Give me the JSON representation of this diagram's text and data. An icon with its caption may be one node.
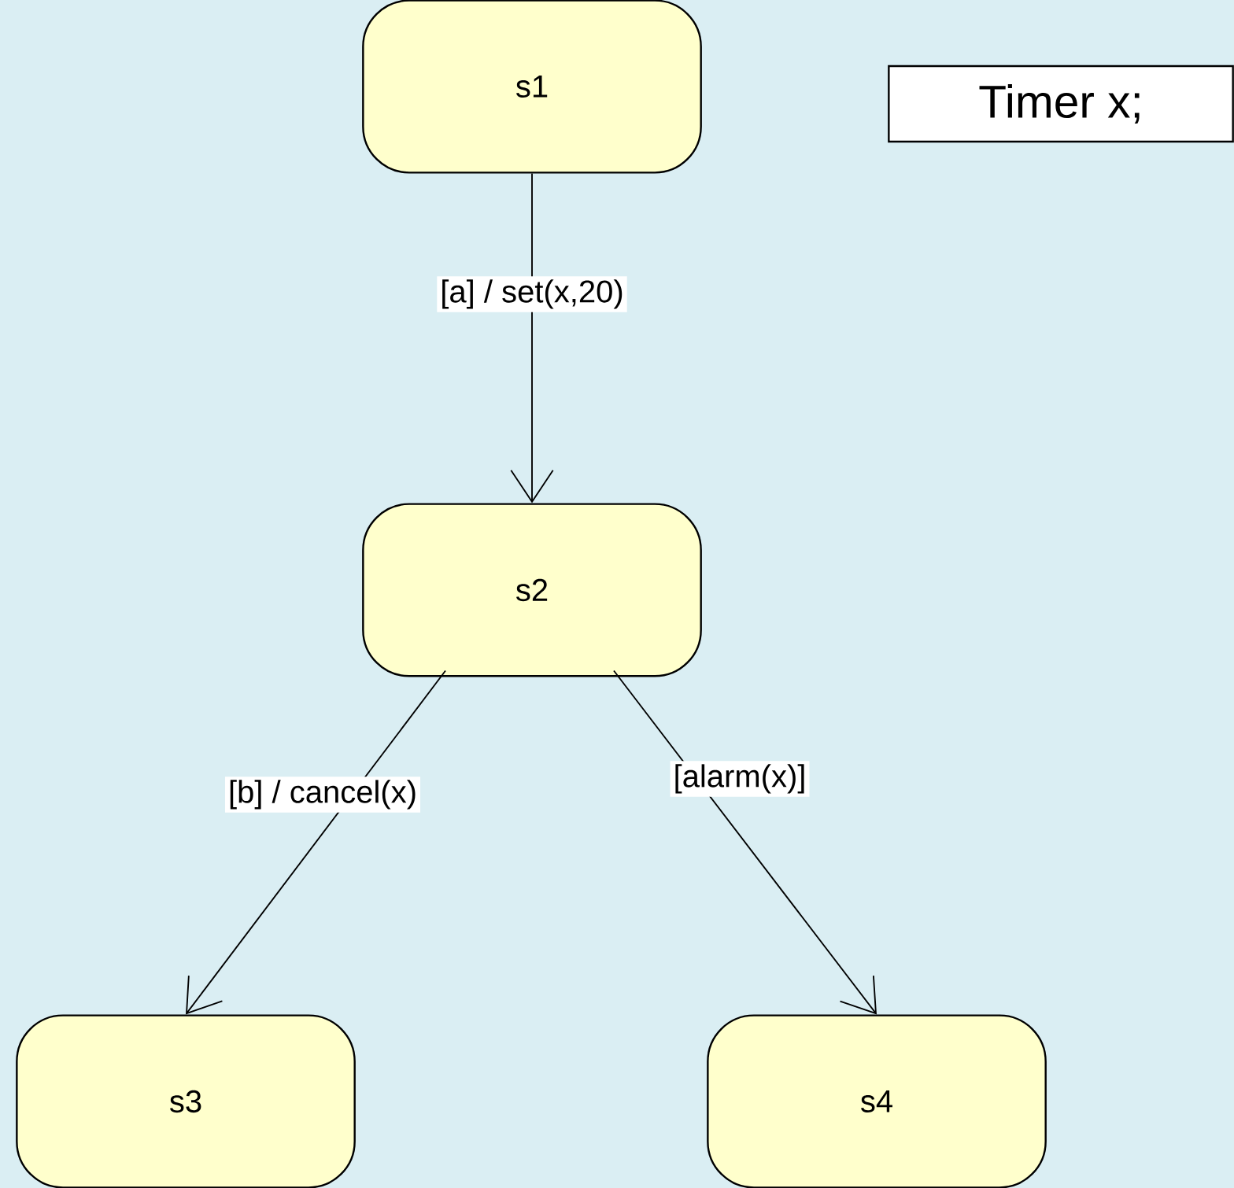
{
  "diagram": {
    "nodes": [
      {
        "text": [
          "s1"
        ]
      },
      {
        "text": [
          "Timer x;"
        ]
      },
      {
        "text": [
          "s2"
        ]
      },
      {
        "text": [
          "s3"
        ]
      },
      {
        "text": [
          "s4"
        ]
      }
    ],
    "edges": [
      {
        "from": 0,
        "to": 2,
        "arrow": "to",
        "label": "[a] / set(x,20)"
      },
      {
        "from": 2,
        "to": 3,
        "arrow": "to",
        "label": "[b] / cancel(x)"
      },
      {
        "from": 2,
        "to": 4,
        "arrow": "to",
        "label": "[alarm(x)]"
      }
    ]
  }
}
